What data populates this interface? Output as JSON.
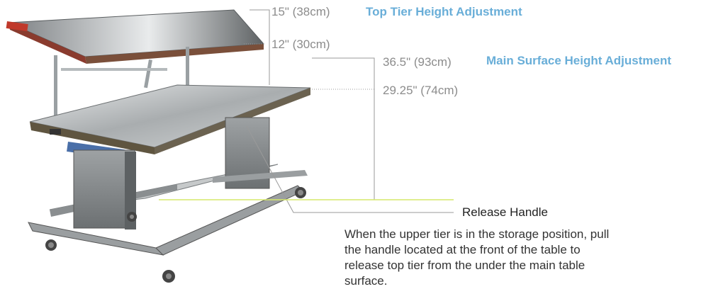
{
  "top_tier": {
    "title": "Top Tier Height Adjustment",
    "max_label": "15\"  (38cm)",
    "min_label": "12\"  (30cm)"
  },
  "main_surface": {
    "title": "Main Surface Height Adjustment",
    "max_label": "36.5\"  (93cm)",
    "min_label": "29.25\"  (74cm)"
  },
  "release_handle": {
    "title": "Release Handle",
    "description": "When the upper tier is in the storage position, pull the handle located at the front of the table to release top tier from the under the main table surface."
  },
  "colors": {
    "accent_title": "#69aed8",
    "dimension_text": "#8c8c8c",
    "floor_line": "#d6e86a",
    "stainless": "#b9bcbd"
  },
  "icons": [
    "table-photo"
  ]
}
